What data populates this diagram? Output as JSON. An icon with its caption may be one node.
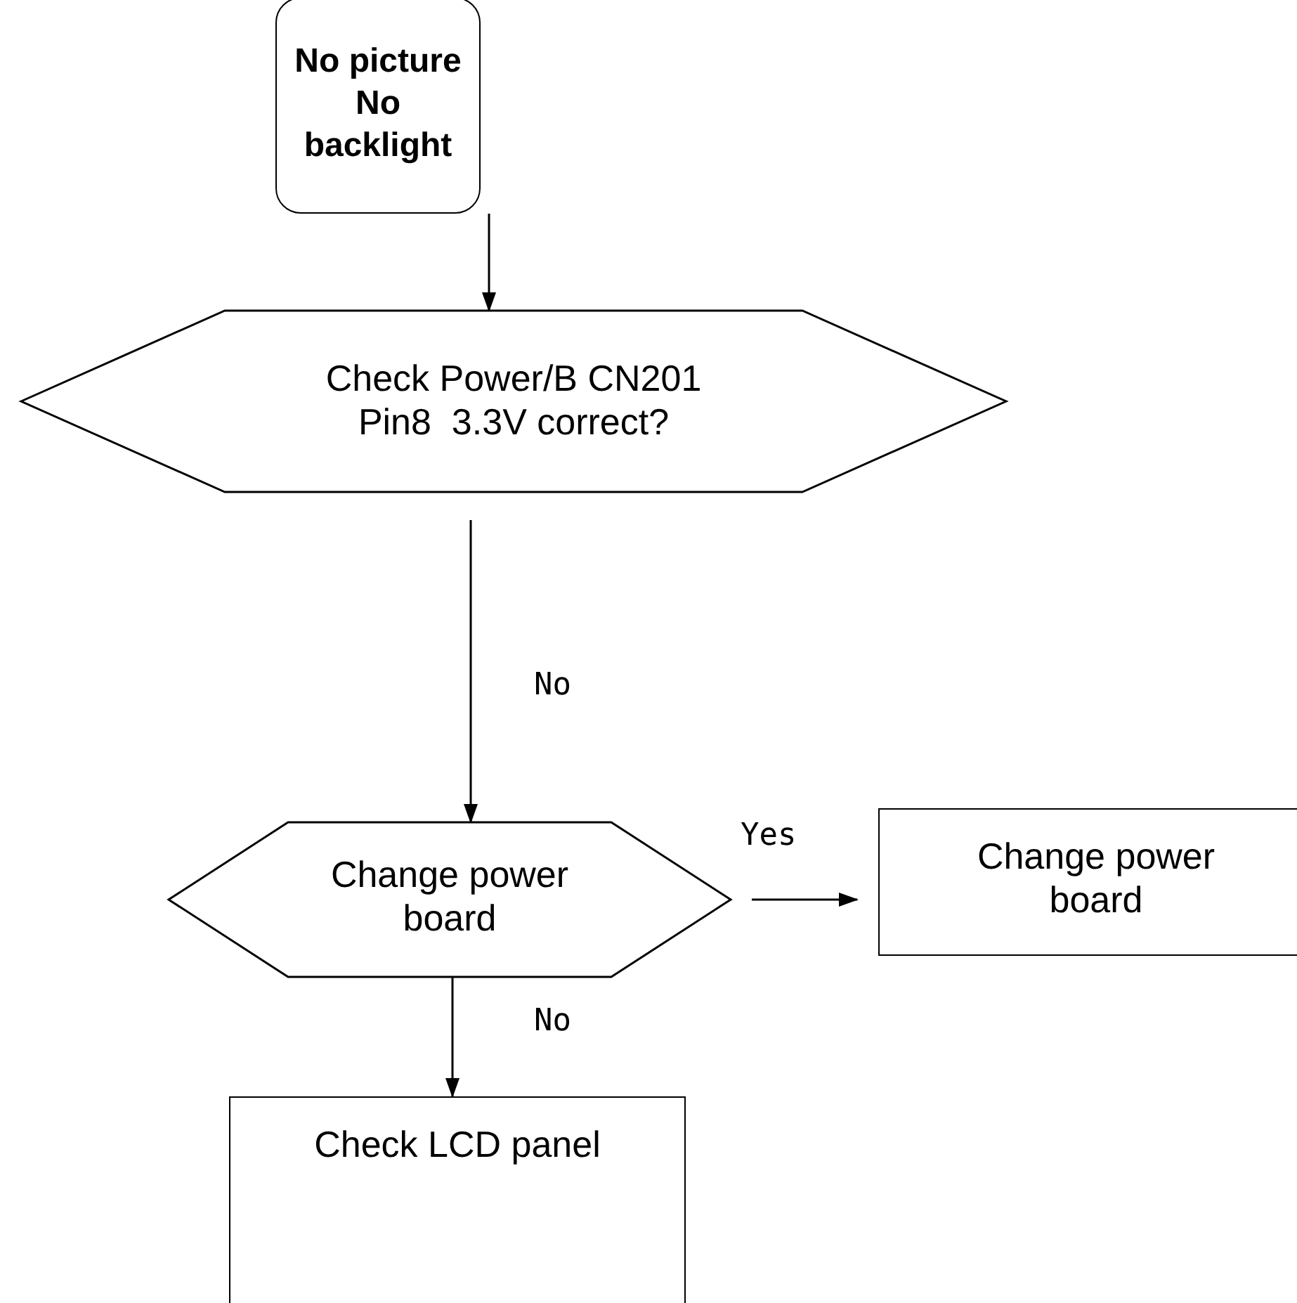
{
  "diagram": {
    "nodes": [
      {
        "text": [
          "No picture No backlight"
        ]
      },
      {
        "text": [
          "Check Power/B CN201 Pin8  3.3V correct?"
        ]
      },
      {
        "text": [
          "Change power board"
        ]
      },
      {
        "text": [
          "Change power board"
        ]
      },
      {
        "text": [
          "Check LCD panel"
        ]
      }
    ],
    "edges": [
      {
        "from": 0,
        "to": 1,
        "arrow": "to"
      },
      {
        "from": 1,
        "to": 2,
        "arrow": "to",
        "label": "No"
      },
      {
        "from": 2,
        "to": 3,
        "arrow": "to",
        "label": "Yes"
      },
      {
        "from": 2,
        "to": 4,
        "arrow": "to",
        "label": "No"
      }
    ]
  }
}
